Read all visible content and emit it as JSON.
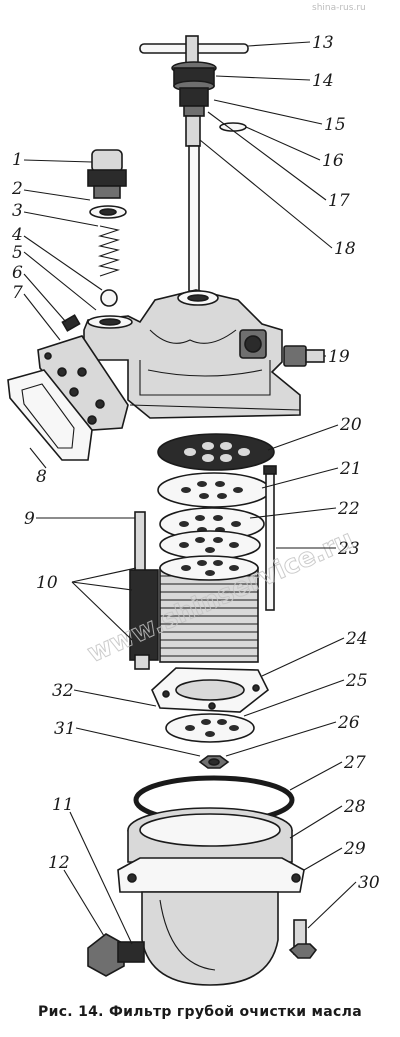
{
  "figure": {
    "caption": "Рис. 14. Фильтр грубой очистки масла",
    "watermark_text": "www.shinservice.ru",
    "corner_mark": "shina-rus.ru"
  },
  "callouts": [
    "1",
    "2",
    "3",
    "4",
    "5",
    "6",
    "7",
    "8",
    "9",
    "10",
    "11",
    "12",
    "13",
    "14",
    "15",
    "16",
    "17",
    "18",
    "19",
    "20",
    "21",
    "22",
    "23",
    "24",
    "25",
    "26",
    "27",
    "28",
    "29",
    "30",
    "31",
    "32"
  ]
}
